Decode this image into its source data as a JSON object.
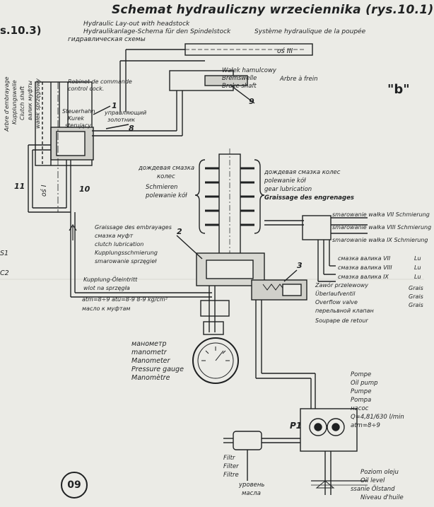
{
  "title": "Schemat hydrauliczny wrzeciennika (rys.10.1)",
  "ref_left": "s.10.3)",
  "subtitle_en": "Hydraulic Lay-out with headstock",
  "subtitle_de": "Hydraulikanlage-Schema für den Spindelstock",
  "subtitle_fr": "Système hydraulique de la poupée",
  "subtitle_ru": "гидравлическая схемы",
  "corner_label": "\"b\"",
  "page_number": "09",
  "edge_labels": [
    "S1",
    "C2"
  ],
  "clutch_shaft_labels": [
    "Arbre d'embrayage",
    "Kupplungswelle",
    "Clutch shaft",
    "валик муфты",
    "wałek sprzęgłowy"
  ],
  "control_cock": [
    "Robinet de commande",
    "control cock.",
    "Steuerhahn",
    "Kurek",
    "sterujący",
    "управляющий",
    "золотник"
  ],
  "brake_shaft": [
    "Wałek hamulcowy",
    "Bremswelle",
    "Brake shaft",
    "Arbre à frein"
  ],
  "os_labels": [
    "oś III",
    "oś I"
  ],
  "gear_lube_left": [
    "дождевая смазка",
    "колес",
    "Schmieren",
    "polewanie kół"
  ],
  "gear_lube_right": [
    "дождевая смазка колес",
    "polewanie kół",
    "gear lubrication",
    "Graissage des engrenages"
  ],
  "shaft_lube": [
    "smarowanie wałka VII Schmierung",
    "smarowanie wałka VIII Schmierung",
    "smarowanie wałka IX Schmierung"
  ],
  "shaft_lube_ru": [
    "смазка валика VII",
    "смазка валика VIII",
    "смазка валика IX"
  ],
  "right_cut": [
    "Lu",
    "Lu",
    "Lu",
    "Grais",
    "Grais",
    "Grais"
  ],
  "clutch_lube": [
    "Graissage des embrayages",
    "смазка муфт",
    "clutch lubrication",
    "Kupplungsschmierung",
    "smarowanie sprzęgieł"
  ],
  "oil_inlet": [
    "Kupplung-Öleintritt",
    "wlot na sprzęgła"
  ],
  "pressure_line": "atm=8÷9  atü=8-9  8-9 kg/cm²",
  "clutch_ru": "масло к муфтам",
  "overflow_valve": [
    "Zawór przelewowy",
    "Überlaufventil",
    "Overflow valve",
    "перельвной клапан",
    "Soupape de retour"
  ],
  "pressure_gauge": [
    "манометр",
    "manometr",
    "Manometer",
    "Pressure gauge",
    "Manomètre"
  ],
  "pump": [
    "Pompe",
    "Oil pump",
    "Pumpe",
    "Pompa",
    "насос",
    "Q=4,81/630 l/min",
    "atm=8÷9"
  ],
  "pump_id": "P1",
  "filter": [
    "Filtr",
    "Filter",
    "Filtre"
  ],
  "oil_level_ru": [
    "уровень",
    "масла"
  ],
  "oil_level": [
    "Poziom oleju",
    "Oil level",
    "ssanie Ölstand",
    "Niveau d'huile"
  ],
  "part_numbers": [
    "1",
    "2",
    "3",
    "8",
    "9",
    "10",
    "11"
  ]
}
